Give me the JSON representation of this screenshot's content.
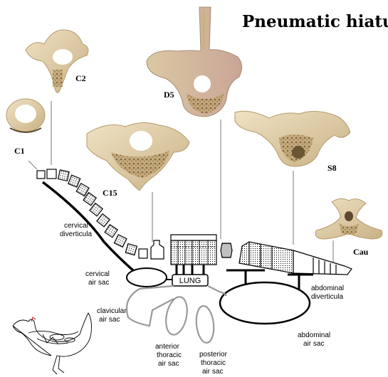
{
  "title": "Pneumatic hiatus",
  "vertebrae": {
    "c1": "C1",
    "c2": "C2",
    "c15": "C15",
    "d5": "D5",
    "s8": "S8",
    "cau": "Cau"
  },
  "labels": {
    "cervical_diverticula": [
      "cervical",
      "diverticula"
    ],
    "cervical_air_sac": [
      "cervical",
      "air sac"
    ],
    "lung": "LUNG",
    "clavicular_air_sac": [
      "clavicular",
      "air sac"
    ],
    "anterior_thoracic_air_sac": [
      "anterior",
      "thoracic",
      "air sac"
    ],
    "posterior_thoracic_air_sac": [
      "posterior",
      "thoracic",
      "air sac"
    ],
    "abdominal_diverticula": [
      "abdominal",
      "diverticula"
    ],
    "abdominal_air_sac": [
      "abdominal",
      "air sac"
    ]
  },
  "colors": {
    "bone": "#d9c6a0",
    "bone_dark": "#a98f63",
    "pore": "#6b5533",
    "sac_gray": "#9a9a9a",
    "line": "#000000"
  }
}
